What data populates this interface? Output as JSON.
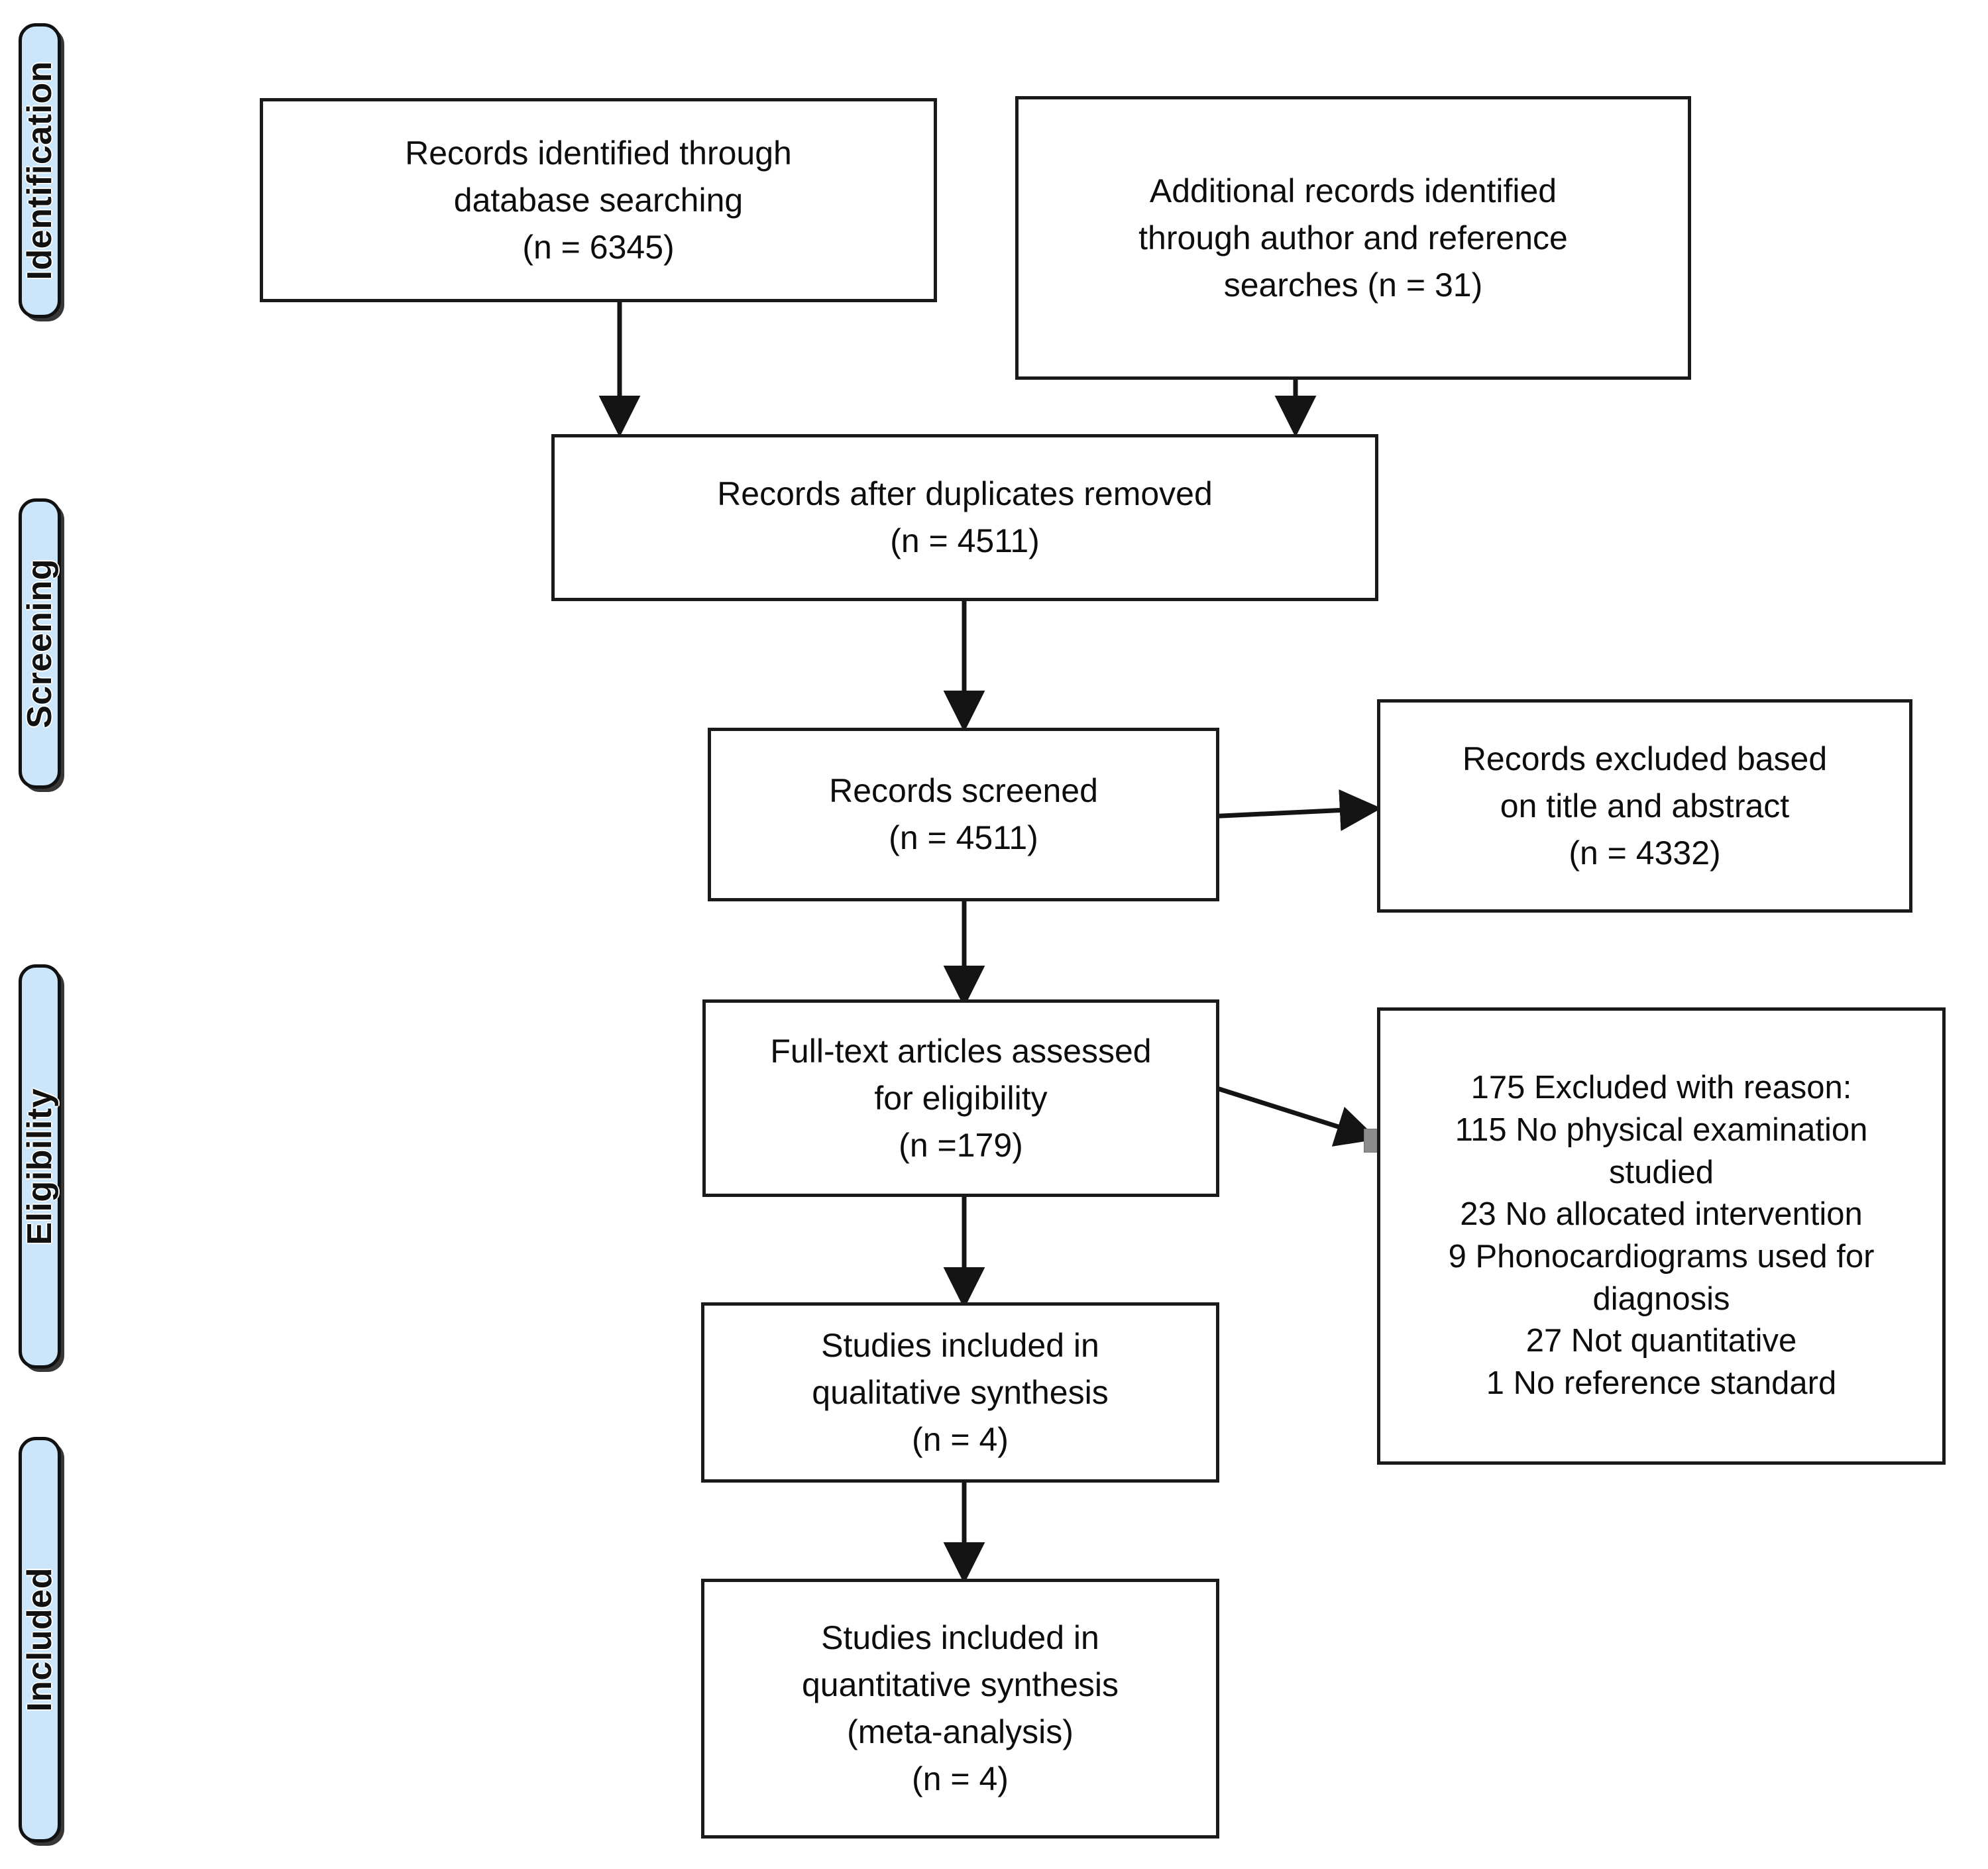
{
  "diagram": {
    "type": "prisma-flow-diagram",
    "accent_color": "#cbe5fa",
    "border_color": "#1a1a1a",
    "background": "#ffffff"
  },
  "phases": [
    {
      "id": "identification",
      "label": "Identification"
    },
    {
      "id": "screening",
      "label": "Screening"
    },
    {
      "id": "eligibility",
      "label": "Eligibility"
    },
    {
      "id": "included",
      "label": "Included"
    }
  ],
  "boxes": {
    "database_search": {
      "text": "Records identified through\ndatabase searching\n(n = 6345)",
      "n": 6345
    },
    "additional_records": {
      "text": "Additional records identified\nthrough author and reference\nsearches (n = 31)",
      "n": 31
    },
    "duplicates_removed": {
      "text": "Records after duplicates removed\n(n = 4511)",
      "n": 4511
    },
    "records_screened": {
      "text": "Records screened\n(n = 4511)",
      "n": 4511
    },
    "records_excluded": {
      "text": "Records excluded based\non title and abstract\n(n = 4332)",
      "n": 4332
    },
    "fulltext_assessed": {
      "text": "Full-text articles assessed\nfor eligibility\n(n =179)",
      "n": 179
    },
    "excluded_with_reason": {
      "text": "175 Excluded with reason:\n115 No physical examination\nstudied\n23 No allocated intervention\n9 Phonocardiograms used for\ndiagnosis\n27 Not quantitative\n1 No reference standard",
      "total": 175,
      "reasons": [
        {
          "count": 115,
          "reason": "No physical examination studied"
        },
        {
          "count": 23,
          "reason": "No allocated intervention"
        },
        {
          "count": 9,
          "reason": "Phonocardiograms used for diagnosis"
        },
        {
          "count": 27,
          "reason": "Not quantitative"
        },
        {
          "count": 1,
          "reason": "No reference standard"
        }
      ]
    },
    "qualitative_synthesis": {
      "text": "Studies included in\nqualitative synthesis\n(n = 4)",
      "n": 4
    },
    "quantitative_synthesis": {
      "text": "Studies included in\nquantitative synthesis\n(meta-analysis)\n(n = 4)",
      "n": 4
    }
  }
}
